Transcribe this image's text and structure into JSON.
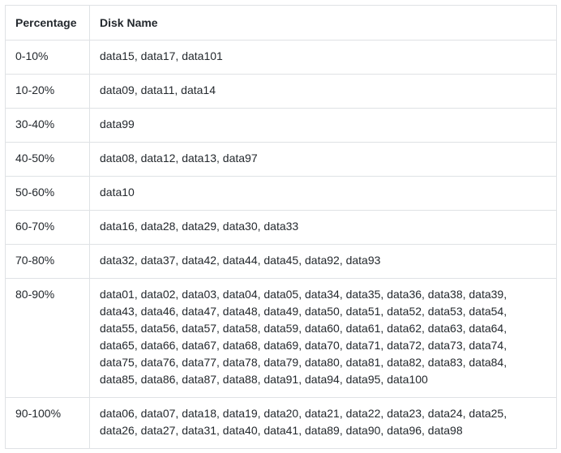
{
  "table": {
    "headers": [
      "Percentage",
      "Disk Name"
    ],
    "rows": [
      {
        "percentage": "0-10%",
        "disks": "data15, data17, data101"
      },
      {
        "percentage": "10-20%",
        "disks": "data09, data11, data14"
      },
      {
        "percentage": "30-40%",
        "disks": "data99"
      },
      {
        "percentage": "40-50%",
        "disks": "data08, data12, data13, data97"
      },
      {
        "percentage": "50-60%",
        "disks": "data10"
      },
      {
        "percentage": "60-70%",
        "disks": "data16, data28, data29, data30, data33"
      },
      {
        "percentage": "70-80%",
        "disks": "data32, data37, data42, data44, data45, data92, data93"
      },
      {
        "percentage": "80-90%",
        "disks": "data01, data02, data03, data04, data05, data34, data35, data36, data38, data39, data43, data46, data47, data48, data49, data50, data51, data52, data53, data54, data55, data56, data57, data58, data59, data60, data61, data62, data63, data64, data65, data66, data67, data68, data69, data70, data71, data72, data73, data74, data75, data76, data77, data78, data79, data80, data81, data82, data83, data84, data85, data86, data87, data88, data91, data94, data95, data100"
      },
      {
        "percentage": "90-100%",
        "disks": "data06, data07, data18, data19, data20, data21, data22, data23, data24, data25, data26, data27, data31, data40, data41, data89, data90, data96, data98"
      }
    ]
  }
}
